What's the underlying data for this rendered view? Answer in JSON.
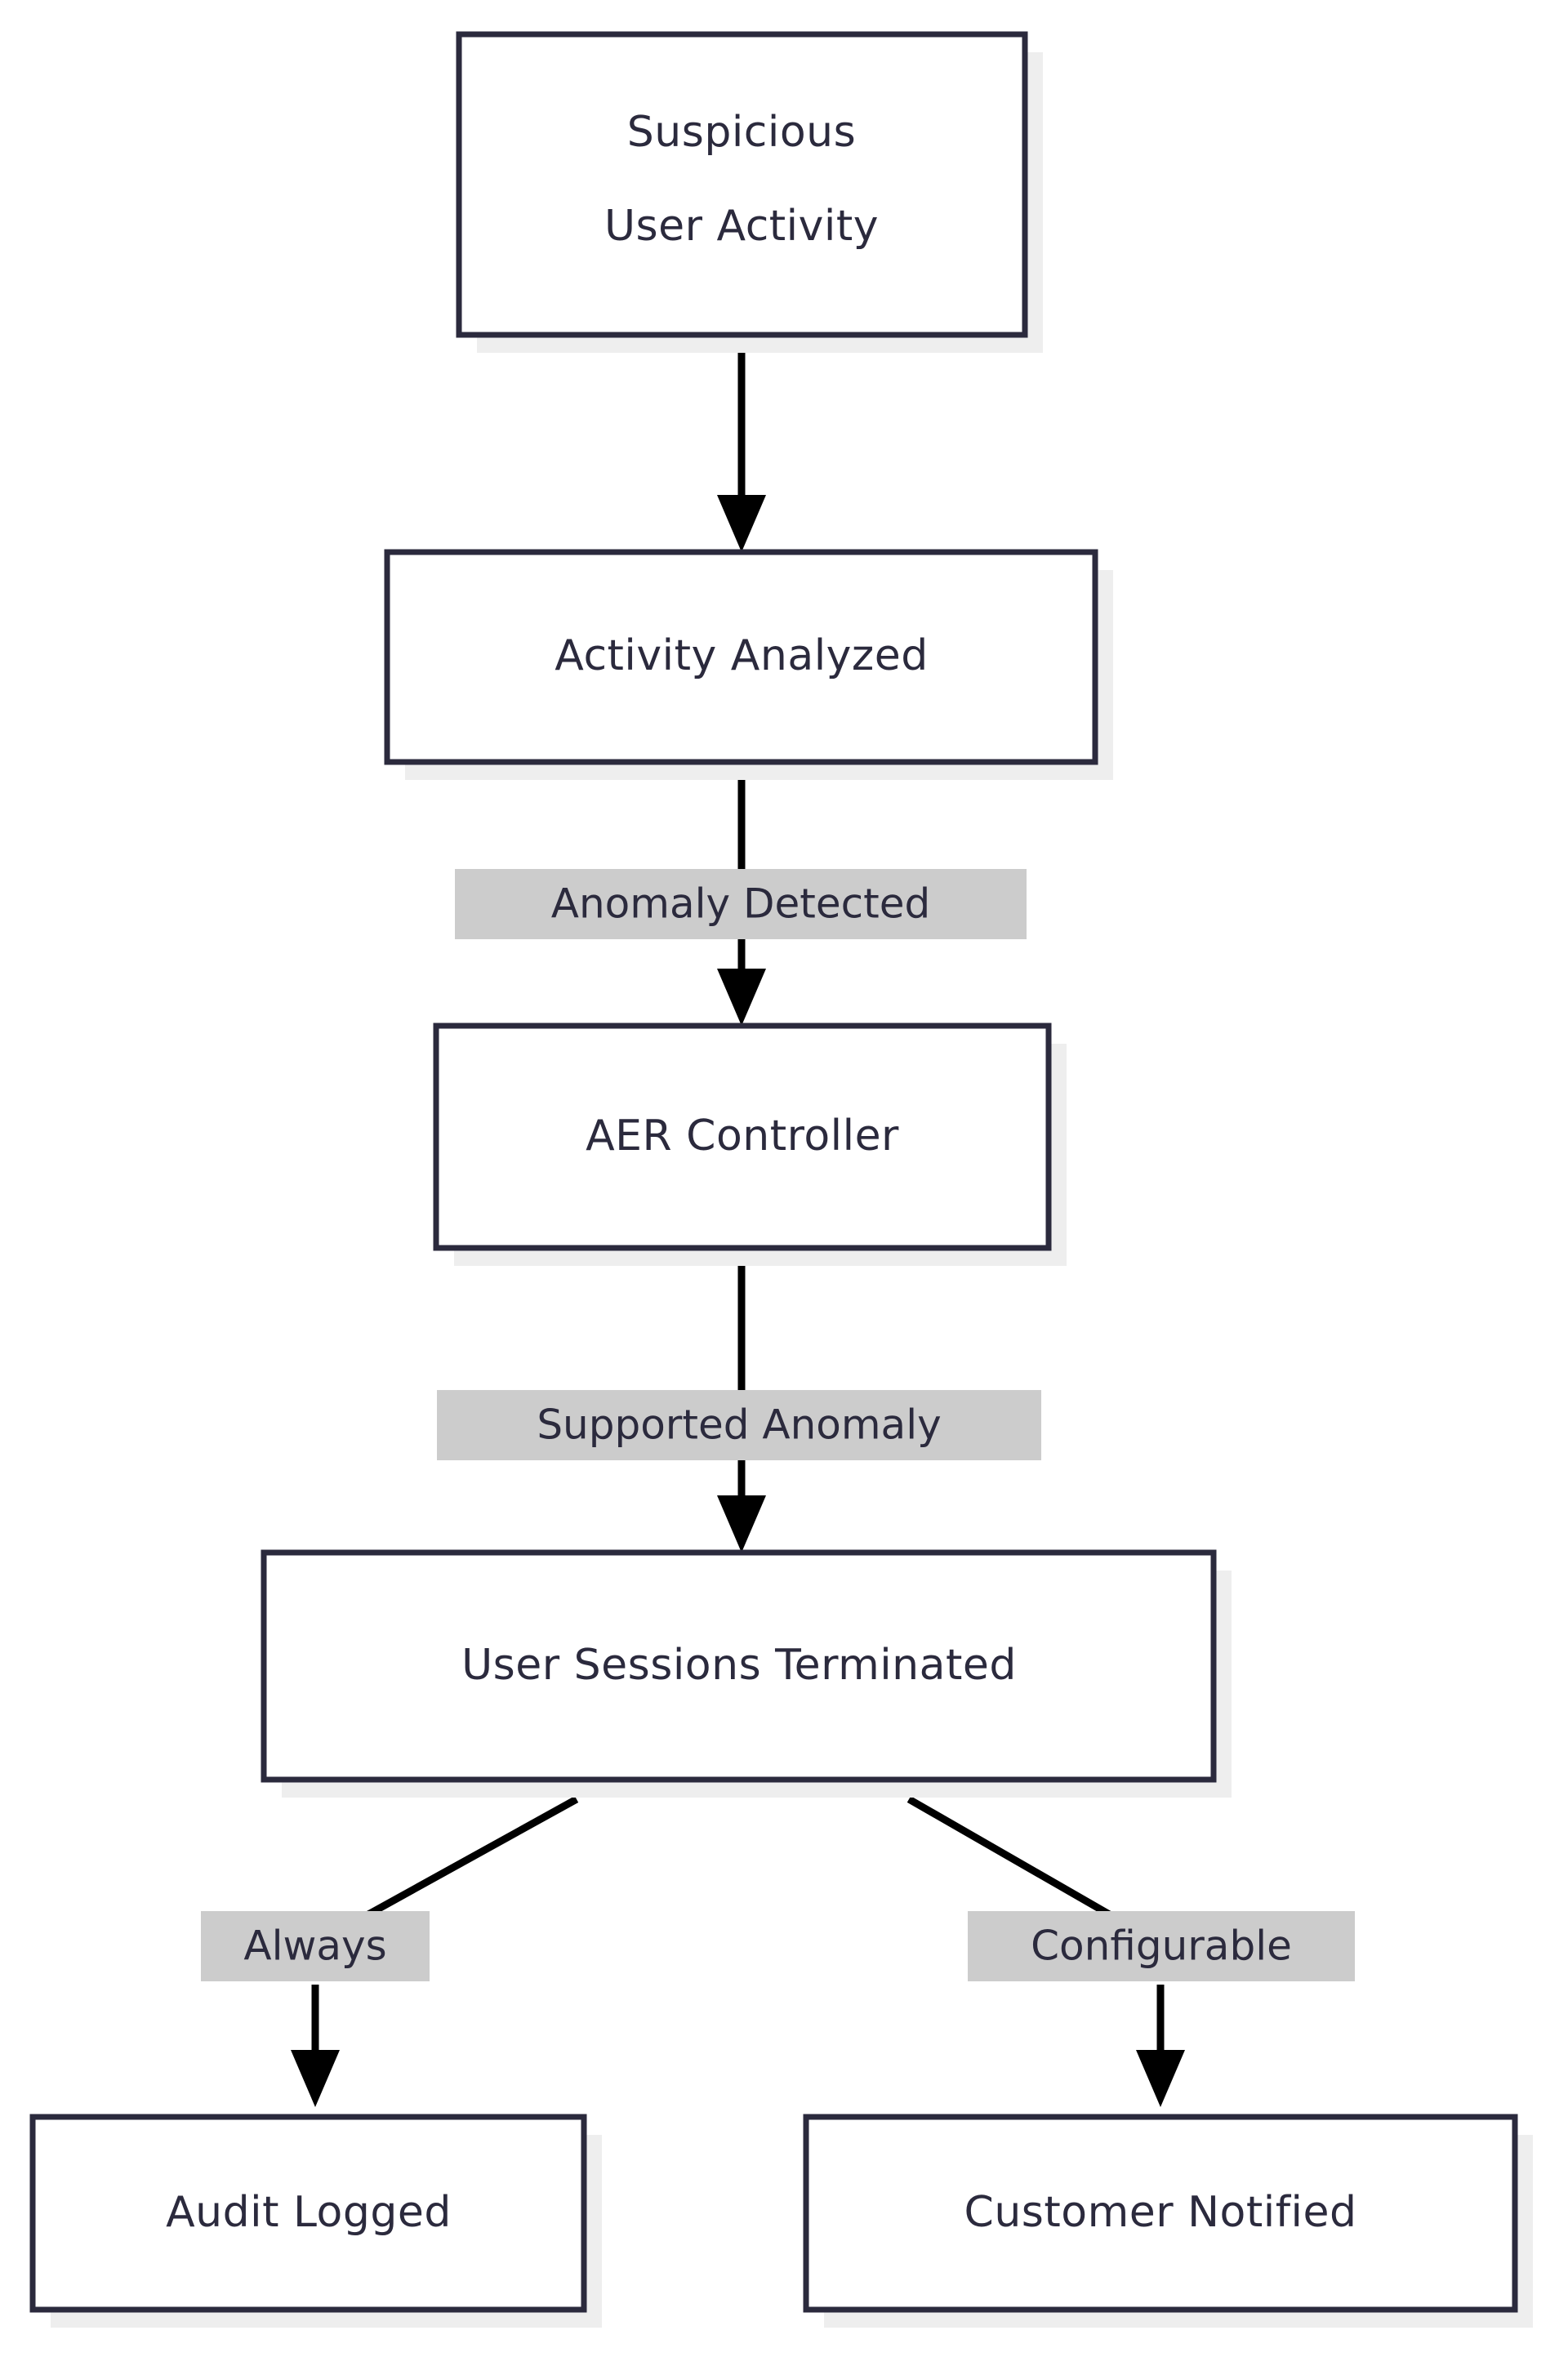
{
  "diagram": {
    "type": "flowchart",
    "direction": "top-down",
    "colors": {
      "node_border": "#2b2a3d",
      "node_fill": "#ffffff",
      "node_shadow": "#eeeeee",
      "text": "#2b2a3d",
      "edge": "#000000",
      "edge_label_bg": "#cccccc",
      "background": "#ffffff"
    },
    "nodes": [
      {
        "id": "suspicious-user-activity",
        "label": "Suspicious\nUser Activity",
        "line1": "Suspicious",
        "line2": "User Activity"
      },
      {
        "id": "activity-analyzed",
        "label": "Activity Analyzed"
      },
      {
        "id": "aer-controller",
        "label": "AER Controller"
      },
      {
        "id": "user-sessions-terminated",
        "label": "User Sessions Terminated"
      },
      {
        "id": "audit-logged",
        "label": "Audit Logged"
      },
      {
        "id": "customer-notified",
        "label": "Customer Notified"
      }
    ],
    "edges": [
      {
        "id": "e1",
        "from": "suspicious-user-activity",
        "to": "activity-analyzed",
        "label": ""
      },
      {
        "id": "e2",
        "from": "activity-analyzed",
        "to": "aer-controller",
        "label": "Anomaly Detected"
      },
      {
        "id": "e3",
        "from": "aer-controller",
        "to": "user-sessions-terminated",
        "label": "Supported Anomaly"
      },
      {
        "id": "e4",
        "from": "user-sessions-terminated",
        "to": "audit-logged",
        "label": "Always"
      },
      {
        "id": "e5",
        "from": "user-sessions-terminated",
        "to": "customer-notified",
        "label": "Configurable"
      }
    ]
  }
}
